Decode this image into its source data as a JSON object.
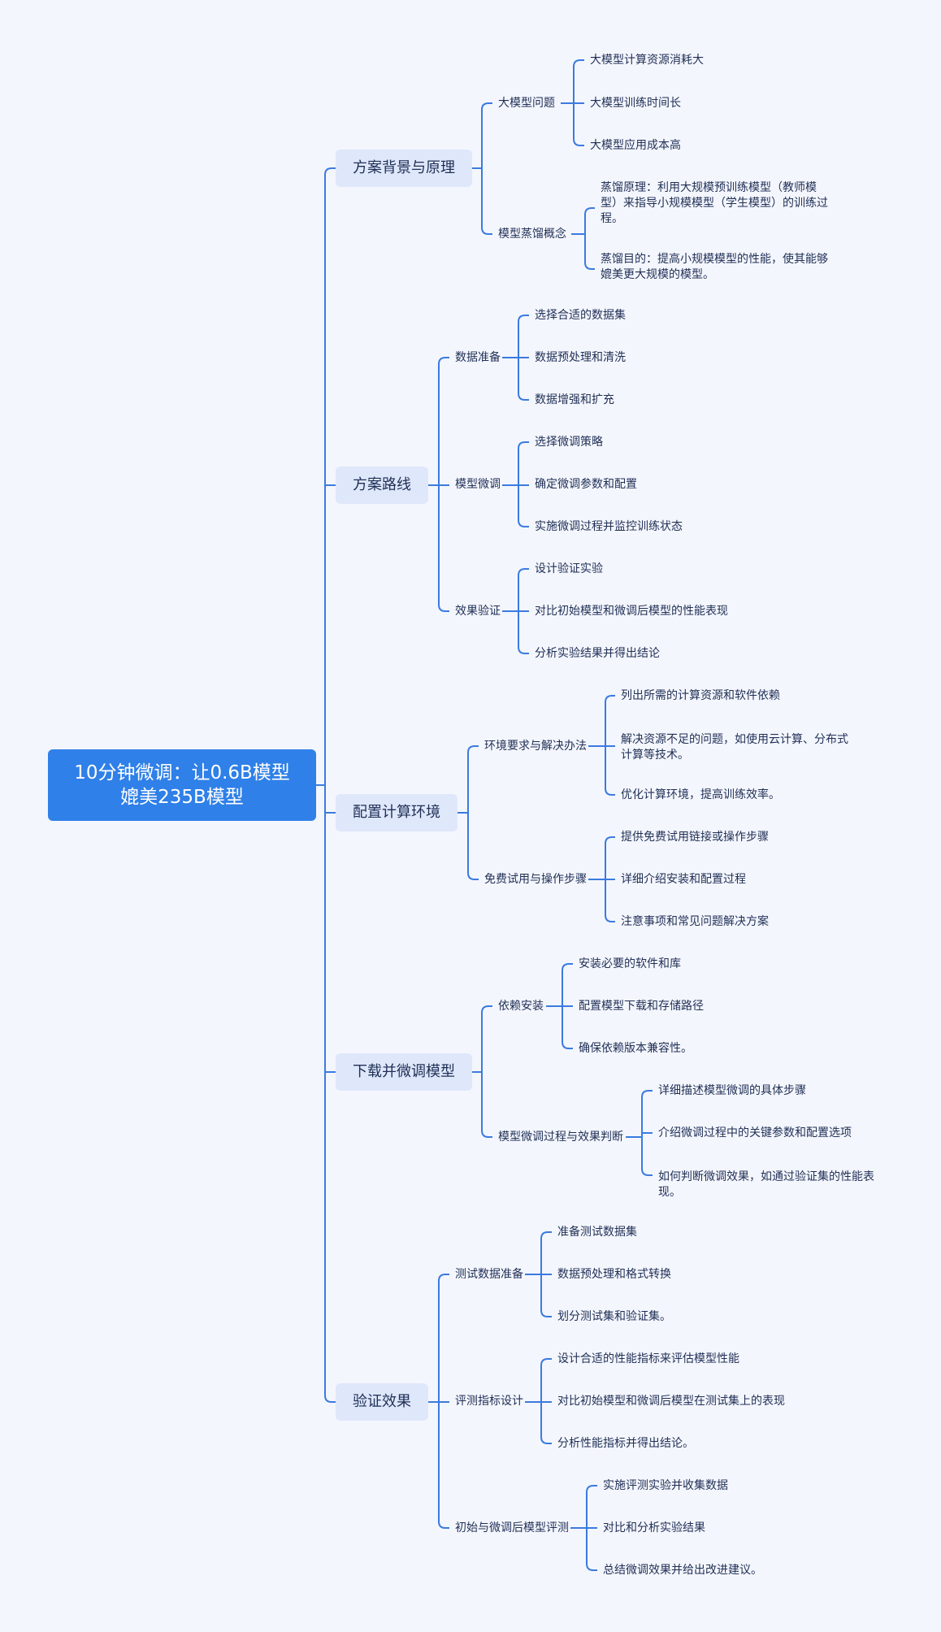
{
  "colors": {
    "background": "#f4f6fd",
    "root": "#2f80e8",
    "branch_bg": "#dfe7fb",
    "line": "#3a7be0",
    "text": "#1f2f55"
  },
  "root": {
    "line1": "10分钟微调：让0.6B模型",
    "line2": "媲美235B模型"
  },
  "branches": [
    {
      "label": "方案背景与原理",
      "children": [
        {
          "label": "大模型问题",
          "children": [
            "大模型计算资源消耗大",
            "大模型训练时间长",
            "大模型应用成本高"
          ]
        },
        {
          "label": "模型蒸馏概念",
          "children": [
            "蒸馏原理：利用大规模预训练模型（教师模型）来指导小规模模型（学生模型）的训练过程。",
            "蒸馏目的：提高小规模模型的性能，使其能够媲美更大规模的模型。"
          ]
        }
      ]
    },
    {
      "label": "方案路线",
      "children": [
        {
          "label": "数据准备",
          "children": [
            "选择合适的数据集",
            "数据预处理和清洗",
            "数据增强和扩充"
          ]
        },
        {
          "label": "模型微调",
          "children": [
            "选择微调策略",
            "确定微调参数和配置",
            "实施微调过程并监控训练状态"
          ]
        },
        {
          "label": "效果验证",
          "children": [
            "设计验证实验",
            "对比初始模型和微调后模型的性能表现",
            "分析实验结果并得出结论"
          ]
        }
      ]
    },
    {
      "label": "配置计算环境",
      "children": [
        {
          "label": "环境要求与解决办法",
          "children": [
            "列出所需的计算资源和软件依赖",
            "解决资源不足的问题，如使用云计算、分布式计算等技术。",
            "优化计算环境，提高训练效率。"
          ]
        },
        {
          "label": "免费试用与操作步骤",
          "children": [
            "提供免费试用链接或操作步骤",
            "详细介绍安装和配置过程",
            "注意事项和常见问题解决方案"
          ]
        }
      ]
    },
    {
      "label": "下载并微调模型",
      "children": [
        {
          "label": "依赖安装",
          "children": [
            "安装必要的软件和库",
            "配置模型下载和存储路径",
            "确保依赖版本兼容性。"
          ]
        },
        {
          "label": "模型微调过程与效果判断",
          "children": [
            "详细描述模型微调的具体步骤",
            "介绍微调过程中的关键参数和配置选项",
            "如何判断微调效果，如通过验证集的性能表现。"
          ]
        }
      ]
    },
    {
      "label": "验证效果",
      "children": [
        {
          "label": "测试数据准备",
          "children": [
            "准备测试数据集",
            "数据预处理和格式转换",
            "划分测试集和验证集。"
          ]
        },
        {
          "label": "评测指标设计",
          "children": [
            "设计合适的性能指标来评估模型性能",
            "对比初始模型和微调后模型在测试集上的表现",
            "分析性能指标并得出结论。"
          ]
        },
        {
          "label": "初始与微调后模型评测",
          "children": [
            "实施评测实验并收集数据",
            "对比和分析实验结果",
            "总结微调效果并给出改进建议。"
          ]
        }
      ]
    }
  ]
}
